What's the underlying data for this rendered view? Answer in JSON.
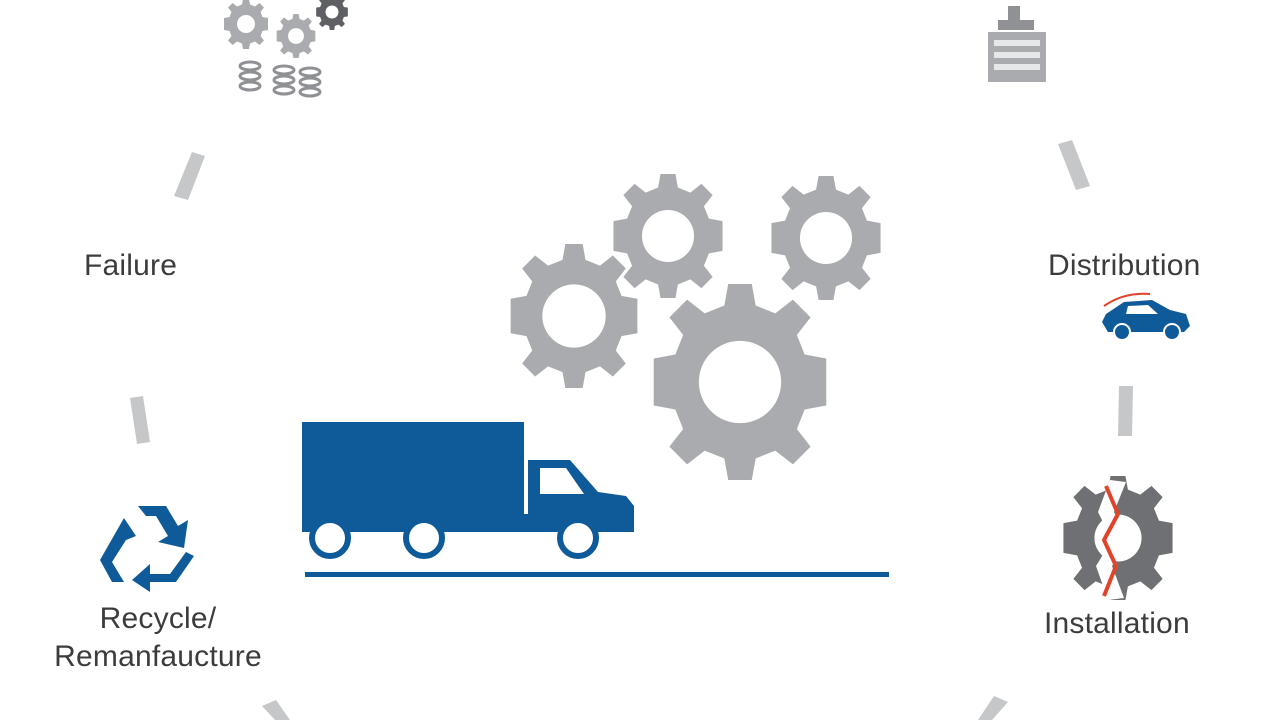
{
  "stages": {
    "failure": {
      "label": "Failure"
    },
    "distribution": {
      "label": "Distribution"
    },
    "installation": {
      "label": "Installation"
    },
    "recycle": {
      "line1": "Recycle/",
      "line2": "Remanfaucture"
    }
  },
  "icons": {
    "top_left": "gears-and-coins-icon",
    "top_right": "cash-register-icon",
    "distribution": "car-icon",
    "installation": "broken-gear-icon",
    "recycle": "recycle-icon",
    "center": [
      "gears-icon",
      "delivery-truck-icon"
    ]
  },
  "colors": {
    "gear_gray": "#a9abae",
    "dark_gray": "#6f7073",
    "brand_blue": "#0f5a99",
    "crack_red": "#e0452b",
    "text": "#3c3c3c"
  }
}
